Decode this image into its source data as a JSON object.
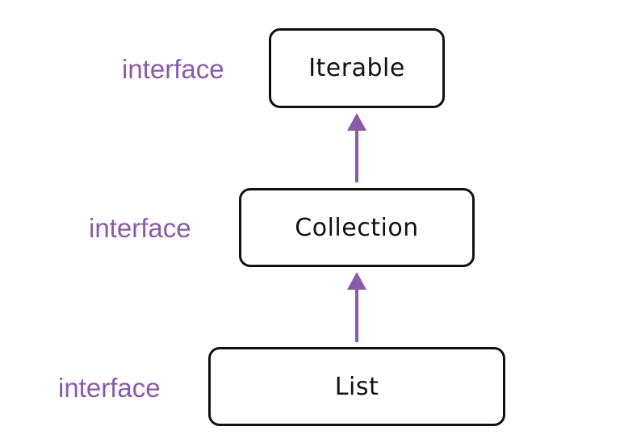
{
  "colors": {
    "stereotype": "#8b5aa8",
    "arrow": "#8b5aa8",
    "box_border": "#111111",
    "text": "#111111"
  },
  "nodes": [
    {
      "id": "iterable",
      "label": "Iterable",
      "stereotype": "interface"
    },
    {
      "id": "collection",
      "label": "Collection",
      "stereotype": "interface"
    },
    {
      "id": "list",
      "label": "List",
      "stereotype": "interface"
    }
  ],
  "edges": [
    {
      "from": "collection",
      "to": "iterable"
    },
    {
      "from": "list",
      "to": "collection"
    }
  ]
}
